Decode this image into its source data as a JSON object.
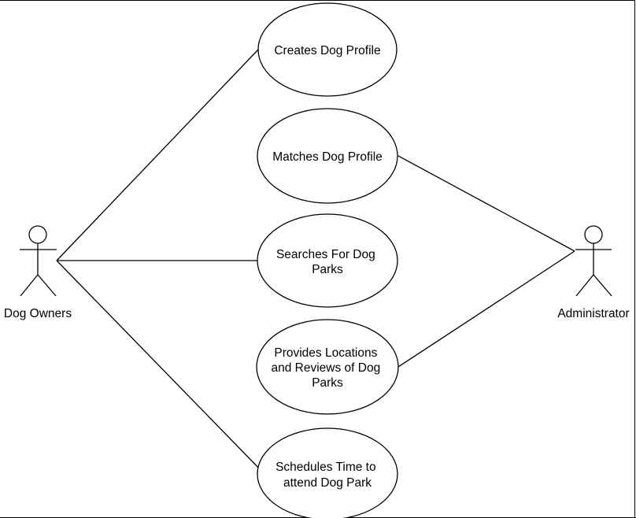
{
  "diagram": {
    "actors": {
      "dog_owners": {
        "label": "Dog Owners"
      },
      "administrator": {
        "label": "Administrator"
      }
    },
    "use_cases": [
      {
        "id": "creates-dog-profile",
        "lines": [
          "Creates Dog Profile"
        ]
      },
      {
        "id": "matches-dog-profile",
        "lines": [
          "Matches Dog Profile"
        ]
      },
      {
        "id": "searches-for-dog-parks",
        "lines": [
          "Searches For Dog",
          "Parks"
        ]
      },
      {
        "id": "provides-locations-reviews",
        "lines": [
          "Provides Locations",
          "and Reviews of Dog",
          "Parks"
        ]
      },
      {
        "id": "schedules-time",
        "lines": [
          "Schedules Time to",
          "attend Dog Park"
        ]
      }
    ],
    "associations": [
      {
        "actor": "dog_owners",
        "use_case": "creates-dog-profile"
      },
      {
        "actor": "dog_owners",
        "use_case": "searches-for-dog-parks"
      },
      {
        "actor": "dog_owners",
        "use_case": "schedules-time"
      },
      {
        "actor": "administrator",
        "use_case": "matches-dog-profile"
      },
      {
        "actor": "administrator",
        "use_case": "provides-locations-reviews"
      }
    ]
  }
}
